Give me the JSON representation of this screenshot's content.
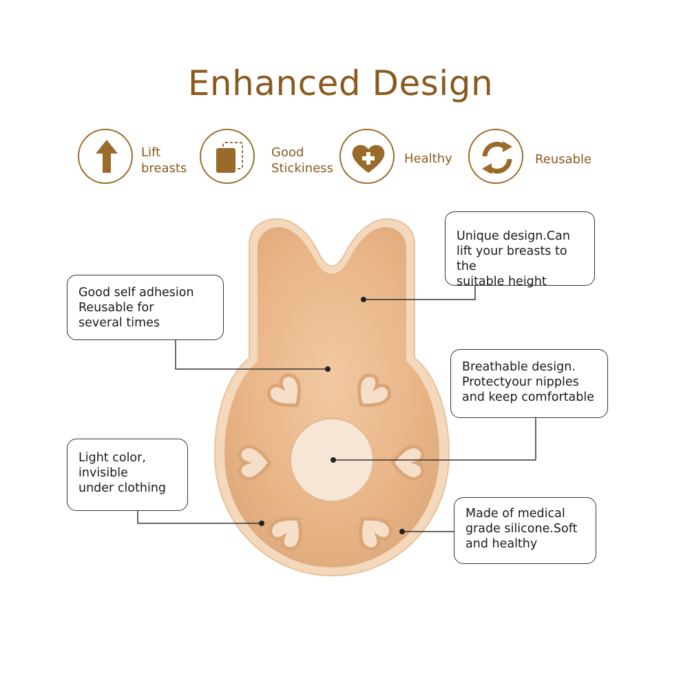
{
  "title": "Enhanced Design",
  "features": [
    {
      "label": "Lift\nbreasts",
      "icon": "up-arrow-icon"
    },
    {
      "label": "Good\nStickiness",
      "icon": "patch-icon"
    },
    {
      "label": "Healthy",
      "icon": "heart-plus-icon"
    },
    {
      "label": "Reusable",
      "icon": "recycle-arrows-icon"
    }
  ],
  "callouts": {
    "unique": "Unique design.Can\nlift your breasts to the\nsuitable height",
    "adhesion": "Good self adhesion\nReusable for\nseveral times",
    "breathable": "Breathable design.\nProtectyour nipples\nand keep comfortable",
    "light": "Light color,\ninvisible\nunder clothing",
    "medical": "Made of medical\ngrade silicone.Soft\nand healthy"
  },
  "colors": {
    "brand": "#8a5a1e",
    "skin": "#e9b98c",
    "skin_edge": "#f2d3b2",
    "line": "#333333"
  }
}
